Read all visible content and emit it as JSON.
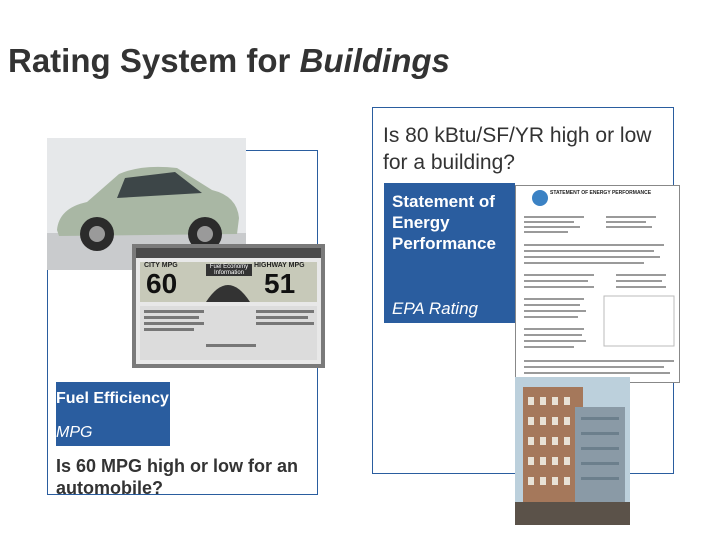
{
  "slide": {
    "title_main": "Rating System for ",
    "title_italic": "Buildings"
  },
  "left_panel": {
    "blue_box": {
      "title": "Fuel Efficiency",
      "subtitle": "MPG"
    },
    "question": "Is 60 MPG high or low for an automobile?",
    "fuel_label": {
      "city_mpg": "60",
      "highway_mpg": "51",
      "city_heading": "CITY MPG",
      "highway_heading": "HIGHWAY MPG",
      "center_badge": "Fuel Economy Information"
    }
  },
  "right_panel": {
    "question": "Is 80 kBtu/SF/YR high or low for a building?",
    "blue_box": {
      "title": "Statement of Energy Performance",
      "subtitle": "EPA Rating"
    },
    "document": {
      "heading": "STATEMENT OF ENERGY PERFORMANCE"
    }
  },
  "colors": {
    "accent_blue": "#2a5d9f",
    "title_gray": "#333333"
  }
}
